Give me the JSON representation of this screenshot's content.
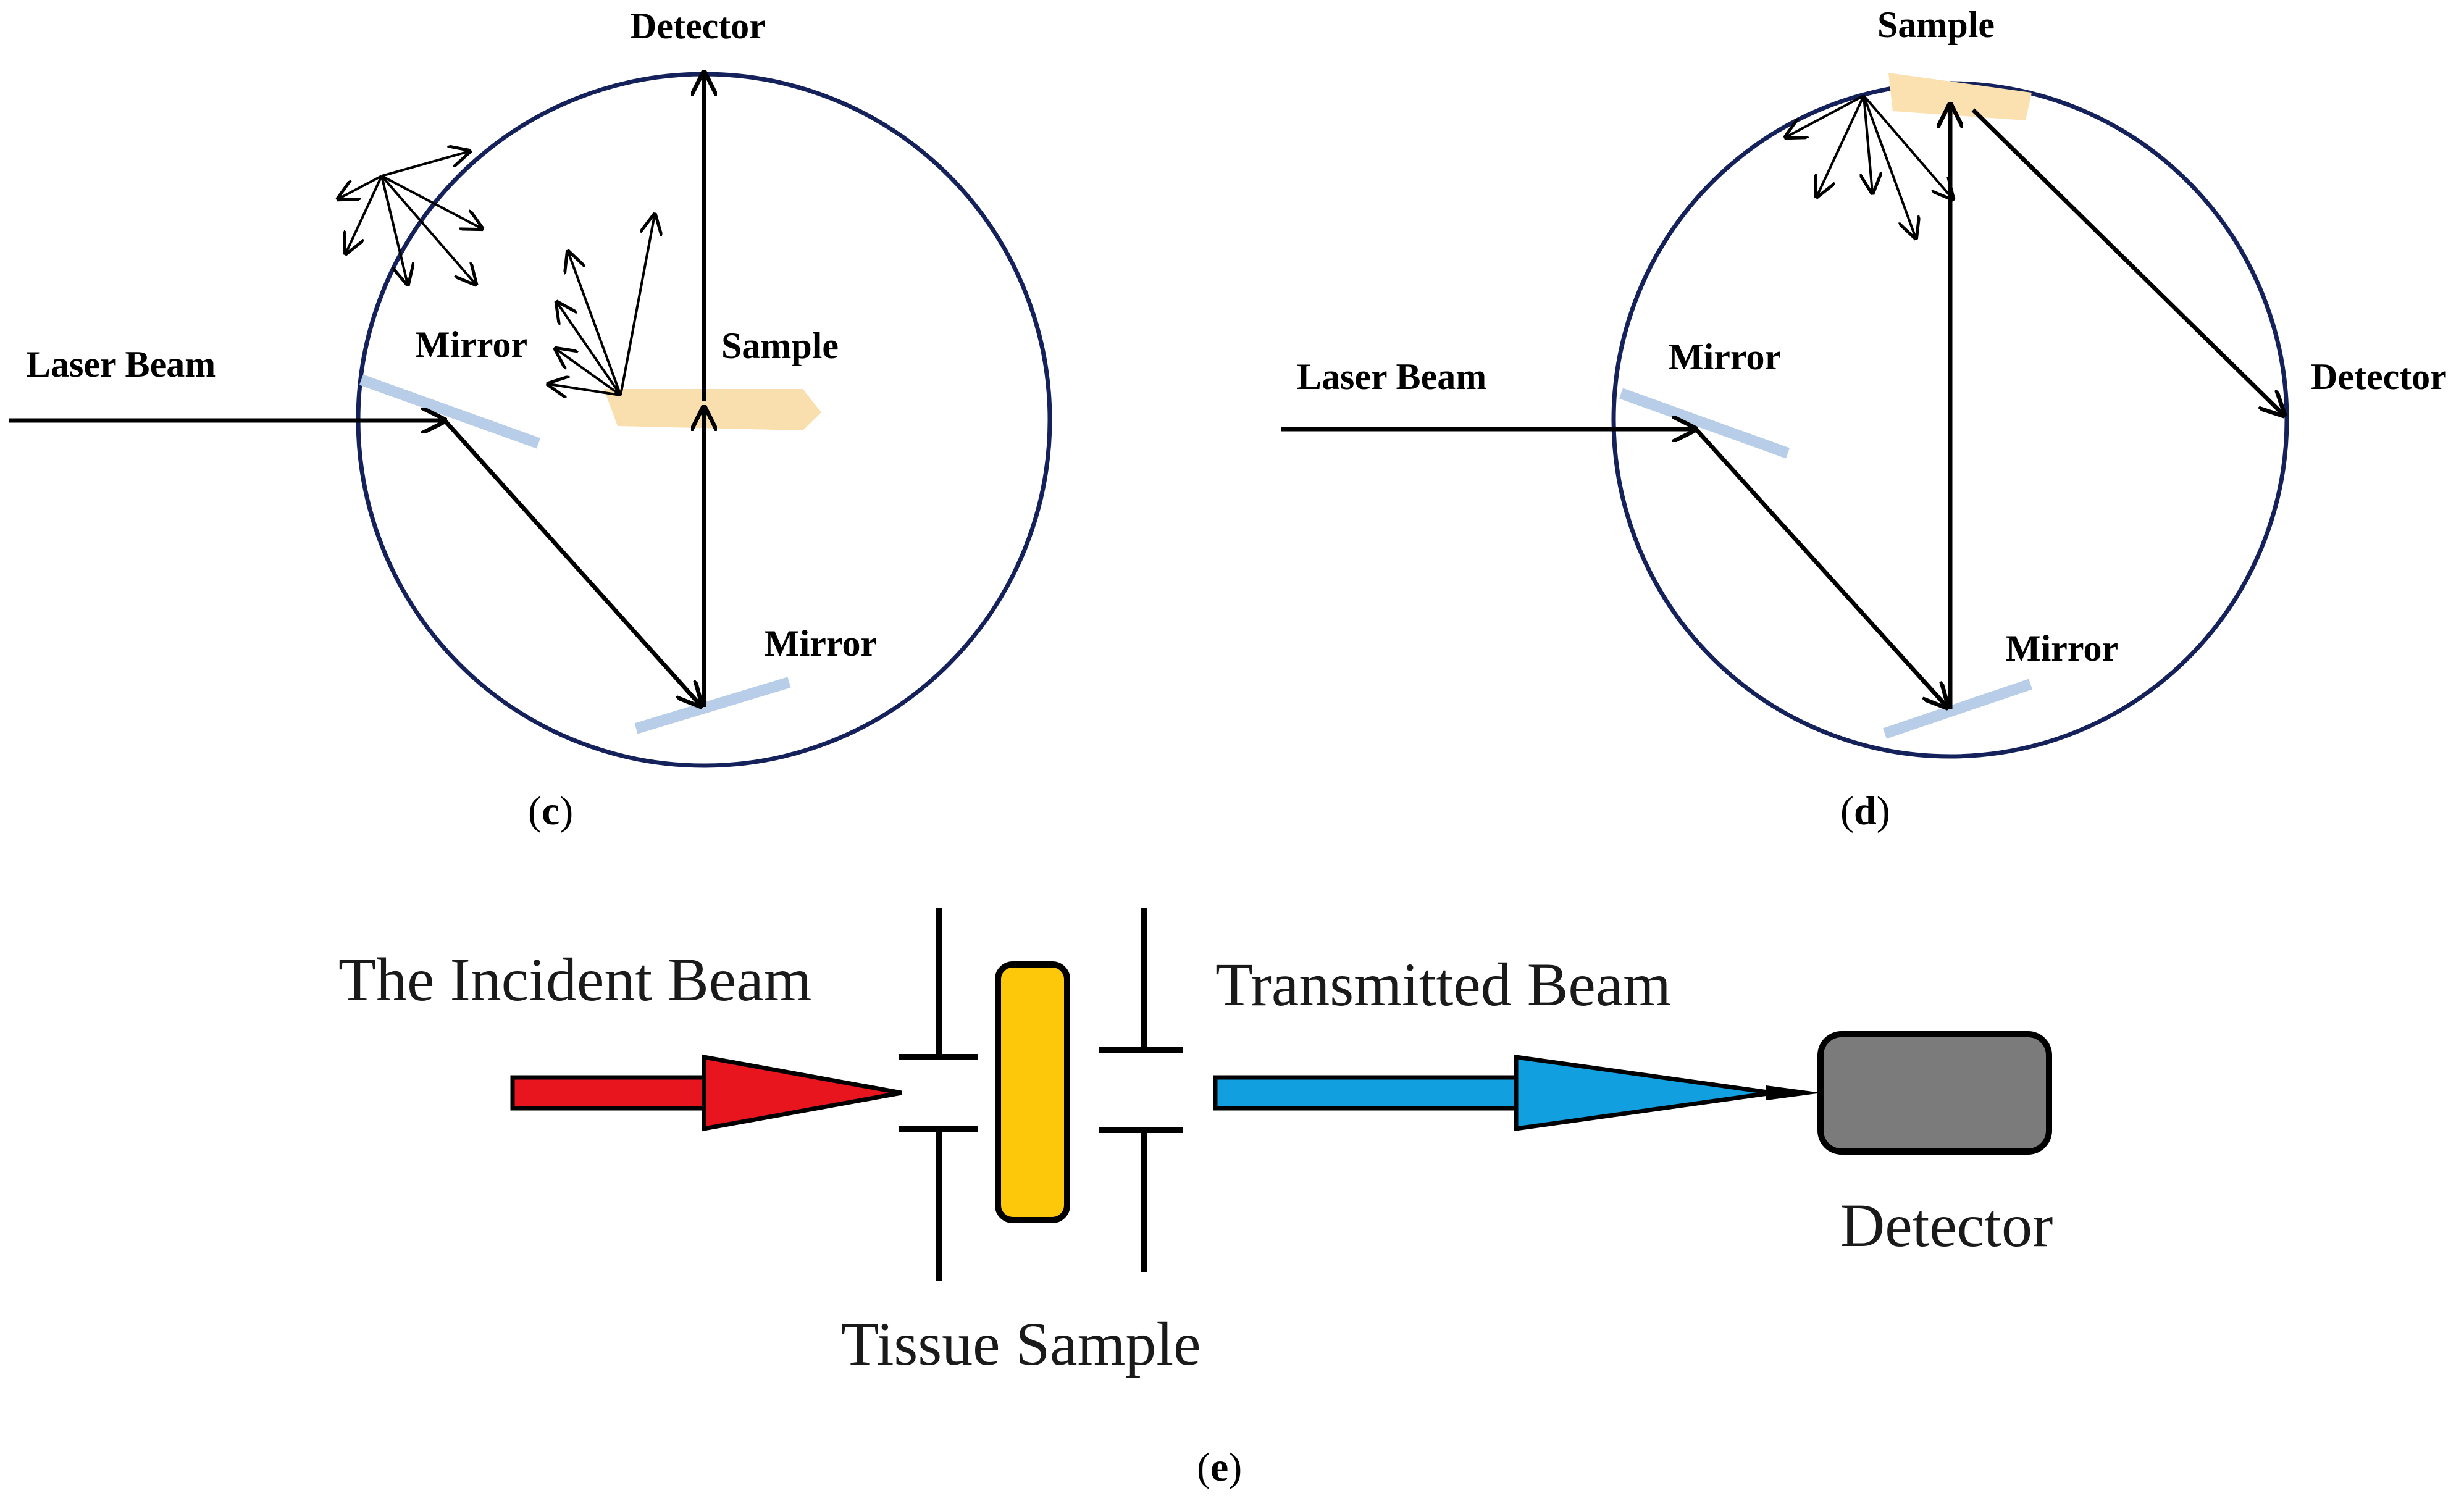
{
  "panel_c": {
    "caption_letter": "c",
    "labels": {
      "detector": "Detector",
      "laser_beam": "Laser Beam",
      "mirror_top": "Mirror",
      "sample": "Sample",
      "mirror_bottom": "Mirror"
    }
  },
  "panel_d": {
    "caption_letter": "d",
    "labels": {
      "sample": "Sample",
      "detector": "Detector",
      "laser_beam": "Laser Beam",
      "mirror_top": "Mirror",
      "mirror_bottom": "Mirror"
    }
  },
  "panel_e": {
    "caption_letter": "e",
    "labels": {
      "incident_beam": "The Incident Beam",
      "transmitted_beam": "Transmitted Beam",
      "detector": "Detector",
      "tissue_sample": "Tissue Sample"
    }
  },
  "colors": {
    "sphere_outline": "#14215a",
    "mirror": "#b8cde8",
    "sample_c": "#f9dfae",
    "sample_d": "#fbe0b0",
    "incident_arrow": "#e8141e",
    "transmitted_arrow": "#129fe0",
    "tissue_sample": "#fdc70a",
    "detector_box": "#7b7b7b"
  }
}
